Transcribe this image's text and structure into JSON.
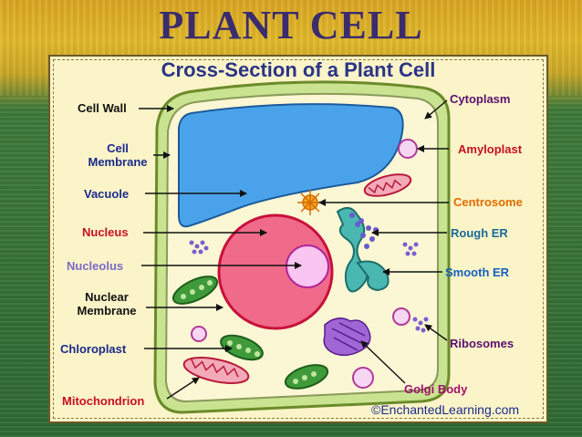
{
  "slide": {
    "title": "PLANT CELL"
  },
  "diagram": {
    "title": "Cross-Section of a Plant Cell",
    "credit": "©EnchantedLearning.com",
    "labels": {
      "cell_wall": "Cell Wall",
      "cell_membrane_1": "Cell",
      "cell_membrane_2": "Membrane",
      "vacuole": "Vacuole",
      "nucleus": "Nucleus",
      "nucleolus": "Nucleolus",
      "nuclear_membrane_1": "Nuclear",
      "nuclear_membrane_2": "Membrane",
      "chloroplast": "Chloroplast",
      "mitochondrion": "Mitochondrion",
      "cytoplasm": "Cytoplasm",
      "amyloplast": "Amyloplast",
      "centrosome": "Centrosome",
      "rough_er": "Rough ER",
      "smooth_er": "Smooth ER",
      "ribosomes": "Ribosomes",
      "golgi_body": "Golgi Body"
    }
  }
}
